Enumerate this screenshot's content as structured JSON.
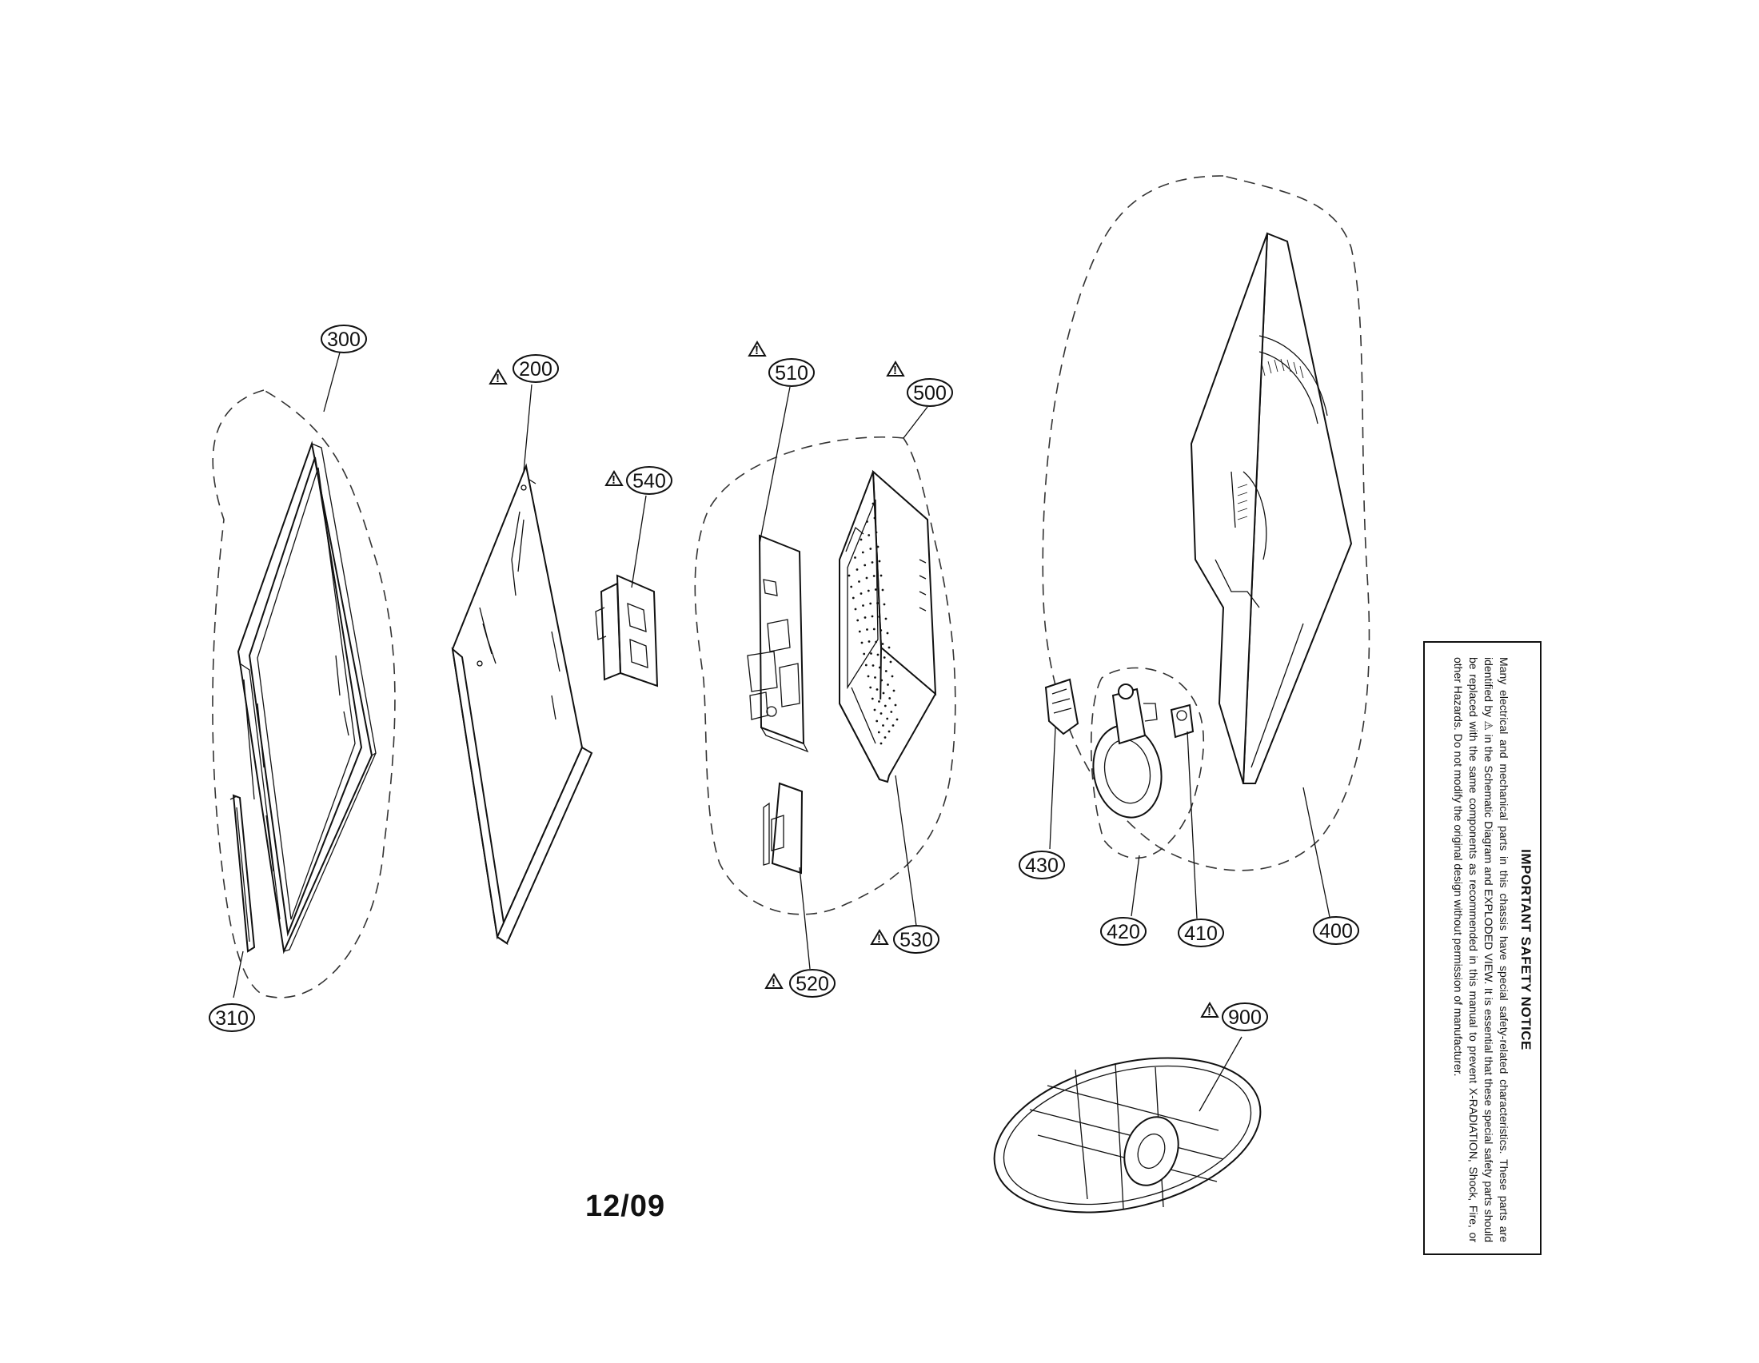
{
  "callouts": {
    "c300": "300",
    "c310": "310",
    "c200": "200",
    "c540": "540",
    "c510": "510",
    "c500": "500",
    "c520": "520",
    "c530": "530",
    "c400": "400",
    "c410": "410",
    "c420": "420",
    "c430": "430",
    "c900": "900"
  },
  "warning_symbol": "warning-triangle-icon",
  "date_stamp": "12/09",
  "safety_notice": {
    "title": "IMPORTANT SAFETY NOTICE",
    "body": "Many electrical and mechanical parts in this chassis have special safety-related characteristics. These parts are identified by ⚠ in the Schematic Diagram and EXPLODED VIEW. It is essential that these special safety parts should be replaced with the same components as recommended in this manual to prevent X-RADIATION, Shock, Fire, or other Hazards. Do not modify the original design without permission of manufacturer."
  }
}
